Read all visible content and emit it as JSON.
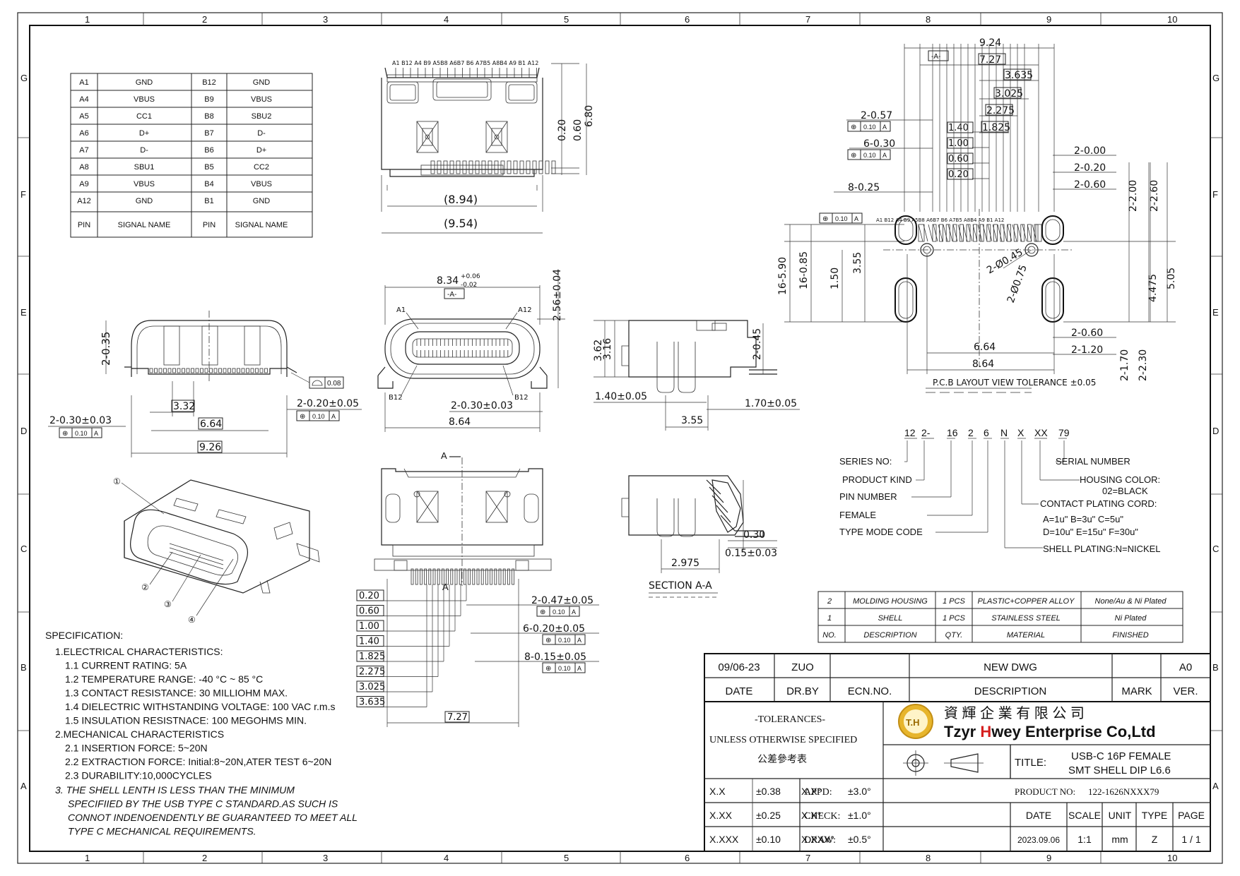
{
  "frame": {
    "cols": [
      "1",
      "2",
      "3",
      "4",
      "5",
      "6",
      "7",
      "8",
      "9",
      "10"
    ],
    "rows": [
      "G",
      "F",
      "E",
      "D",
      "C",
      "B",
      "A"
    ]
  },
  "pin_table": {
    "rows": [
      [
        "A1",
        "GND",
        "B12",
        "GND"
      ],
      [
        "A4",
        "VBUS",
        "B9",
        "VBUS"
      ],
      [
        "A5",
        "CC1",
        "B8",
        "SBU2"
      ],
      [
        "A6",
        "D+",
        "B7",
        "D-"
      ],
      [
        "A7",
        "D-",
        "B6",
        "D+"
      ],
      [
        "A8",
        "SBU1",
        "B5",
        "CC2"
      ],
      [
        "A9",
        "VBUS",
        "B4",
        "VBUS"
      ],
      [
        "A12",
        "GND",
        "B1",
        "GND"
      ]
    ],
    "header": [
      "PIN",
      "SIGNAL NAME",
      "PIN",
      "SIGNAL NAME"
    ]
  },
  "top_view": {
    "pin_labels": "A1 B12 A4 B9 A5B8 A6B7 B6 A7B5 A8B4 A9 B1 A12",
    "dims": [
      "(8.94)",
      "(9.54)",
      "0.20",
      "0.60",
      "6.80"
    ]
  },
  "front_view": {
    "dims": [
      "2-0.35",
      "3.32",
      "6.64",
      "9.26",
      "2-0.30±0.03",
      "2-0.20±0.05",
      "0.10",
      "A",
      "0.08"
    ]
  },
  "receptacle_view": {
    "dims": [
      "8.34",
      "+0.06",
      "-0.02",
      "-A-",
      "2.56±0.04",
      "A1",
      "A12",
      "B12",
      "B12",
      "2-0.30±0.03",
      "8.64"
    ]
  },
  "side_view": {
    "dims": [
      "3.62",
      "3.16",
      "2-0.45",
      "1.40±0.05",
      "3.55",
      "1.70±0.05"
    ]
  },
  "bottom_view": {
    "labels": [
      "A",
      "A"
    ],
    "dims_left": [
      "0.20",
      "0.60",
      "1.00",
      "1.40",
      "1.825",
      "2.275",
      "3.025",
      "3.635"
    ],
    "dim_bottom": "7.27",
    "dims_right": [
      "2-0.47±0.05",
      "6-0.20±0.05",
      "8-0.15±0.05"
    ],
    "tol": [
      "0.10",
      "A"
    ]
  },
  "section": {
    "title": "SECTION A-A",
    "dims": [
      "0.30",
      "0.15±0.03",
      "2.975"
    ]
  },
  "pcb_layout": {
    "dims_top": [
      "9.24",
      "-A-",
      "7.27",
      "3.635",
      "3.025",
      "2.275",
      "1.825",
      "1.40",
      "1.00",
      "0.60",
      "0.20"
    ],
    "dims_left": [
      "2-0.57",
      "6-0.30",
      "8-0.25",
      "16-5.90",
      "16-0.85",
      "1.50",
      "3.55"
    ],
    "dims_right": [
      "2-0.00",
      "2-0.20",
      "2-0.60",
      "2-2.00",
      "2-2.60",
      "4.475",
      "5.05",
      "2-0.60",
      "2-1.20",
      "2-1.70",
      "2-2.30"
    ],
    "dims_inner": [
      "2-Ø0.45",
      "2-Ø0.75",
      "6.64",
      "8.64"
    ],
    "pin_labels": "A1 B12 A4 B9 A5B8 A6B7 B6 A7B5 A8B4 A9 B1 A12",
    "tol_small": [
      "0.10",
      "A"
    ],
    "note": "P.C.B LAYOUT VIEW TOLERANCE ±0.05"
  },
  "part_code": {
    "code": [
      "12",
      "2-",
      "16",
      "2",
      "6",
      "N",
      "X",
      "XX",
      "79"
    ],
    "left_labels": [
      "SERIES NO:",
      "PRODUCT KIND",
      "PIN NUMBER",
      "FEMALE",
      "TYPE MODE CODE"
    ],
    "right_labels": [
      "SERIAL NUMBER",
      "HOUSING COLOR:",
      "02=BLACK",
      "CONTACT PLATING CORD:",
      "A=1u\"  B=3u\"  C=5u\"",
      "D=10u\"  E=15u\"  F=30u\"",
      "SHELL PLATING:N=NICKEL"
    ]
  },
  "bom": {
    "rows": [
      [
        "2",
        "MOLDING HOUSING",
        "1 PCS",
        "PLASTIC+COPPER ALLOY",
        "None/Au & Ni Plated"
      ],
      [
        "1",
        "SHELL",
        "1 PCS",
        "STAINLESS STEEL",
        "Ni Plated"
      ]
    ],
    "header": [
      "NO.",
      "DESCRIPTION",
      "QTY.",
      "MATERIAL",
      "FINISHED"
    ]
  },
  "specification": {
    "title": "SPECIFICATION:",
    "lines": [
      "1.ELECTRICAL CHARACTERISTICS:",
      "1.1  CURRENT RATING: 5A",
      "1.2  TEMPERATURE RANGE: -40 °C ~ 85 °C",
      "1.3  CONTACT RESISTANCE: 30 MILLIOHM MAX.",
      "1.4  DIELECTRIC WITHSTANDING VOLTAGE: 100 VAC r.m.s",
      "1.5  INSULATION RESISTNACE: 100 MEGOHMS MIN.",
      "2.MECHANICAL CHARACTERISTICS",
      "2.1  INSERTION FORCE: 5~20N",
      "2.2  EXTRACTION FORCE: Initial:8~20N,ATER TEST 6~20N",
      "2.3  DURABILITY:10,000CYCLES"
    ],
    "note": [
      "3. THE SHELL LENTH IS LESS THAN THE MINIMUM",
      "SPECIFIIED BY THE USB TYPE C STANDARD.AS SUCH IS",
      "CONNOT INDENOENDENTLY BE GUARANTEED TO MEET ALL",
      "TYPE C   MECHANICAL REQUIREMENTS."
    ]
  },
  "callouts": [
    "①",
    "②",
    "③",
    "④"
  ],
  "title_block": {
    "rev_row": [
      "09/06-23",
      "ZUO",
      "",
      "NEW  DWG",
      "",
      "A0"
    ],
    "rev_head": [
      "DATE",
      "DR.BY",
      "ECN.NO.",
      "DESCRIPTION",
      "MARK",
      "VER."
    ],
    "tolerances": [
      "-TOLERANCES-",
      "UNLESS OTHERWISE SPECIFIED",
      "公差參考表"
    ],
    "company_cn": "資 輝 企 業 有 限 公 司",
    "company_en_1": "Tzyr ",
    "company_en_2": "H",
    "company_en_3": "wey Enterprise Co,Ltd",
    "logo": "T.H",
    "title_label": "TITLE:",
    "title_lines": [
      "USB-C 16P FEMALE",
      "SMT SHELL DIP L6.6"
    ],
    "tol_rows": [
      [
        "X.X",
        "±0.38",
        "X.X°",
        "±3.0°"
      ],
      [
        "X.XX",
        "±0.25",
        "X.X°",
        "±1.0°"
      ],
      [
        "X.XXX",
        "±0.10",
        "X.XXX°",
        "±0.5°"
      ]
    ],
    "appd": "APPD:",
    "check": "CHECK:",
    "draw": "DRAW:",
    "product_no_label": "PRODUCT NO:",
    "product_no": "122-1626NXXX79",
    "info_head": [
      "DATE",
      "SCALE",
      "UNIT",
      "TYPE",
      "PAGE"
    ],
    "info_vals": [
      "2023.09.06",
      "1:1",
      "mm",
      "Z",
      "1 / 1"
    ]
  }
}
